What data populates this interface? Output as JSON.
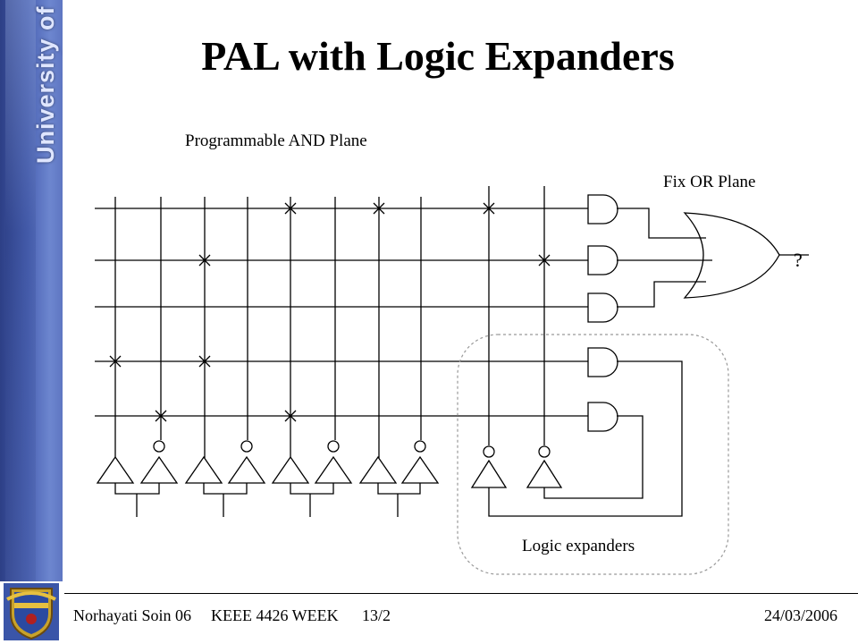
{
  "title": "PAL with Logic Expanders",
  "sidebar": {
    "university_text": "University of Malaya"
  },
  "labels": {
    "and_plane": "Programmable AND Plane",
    "or_plane": "Fix OR Plane",
    "output": "?",
    "expanders": "Logic expanders"
  },
  "footer": {
    "author": "Norhayati Soin 06",
    "course": "KEEE 4426 WEEK",
    "page": "13/2",
    "date": "24/03/2006"
  },
  "colors": {
    "sidebar": "#4a62b3",
    "lines": "#000000",
    "expander_box": "#999999"
  }
}
